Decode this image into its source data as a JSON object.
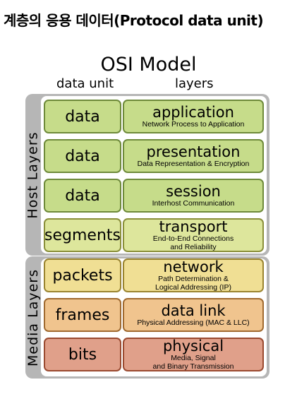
{
  "heading": "계층의 응용 데이터(Protocol data unit)",
  "title": "OSI Model",
  "column_headers": {
    "data_unit": "data unit",
    "layers": "layers"
  },
  "groups": {
    "host": "Host Layers",
    "media": "Media Layers"
  },
  "rows": [
    {
      "unit": "data",
      "layer": "application",
      "desc": "Network Process to Application",
      "color": "#c6dc8a",
      "border": "#6e8a3a"
    },
    {
      "unit": "data",
      "layer": "presentation",
      "desc": "Data Representation & Encryption",
      "color": "#c6dc8a",
      "border": "#6e8a3a"
    },
    {
      "unit": "data",
      "layer": "session",
      "desc": "Interhost Communication",
      "color": "#c6dc8a",
      "border": "#6e8a3a"
    },
    {
      "unit": "segments",
      "layer": "transport",
      "desc": "End-to-End Connections\nand Reliability",
      "color": "#dde69c",
      "border": "#8a8f3a"
    },
    {
      "unit": "packets",
      "layer": "network",
      "desc": "Path Determination &\nLogical Addressing (IP)",
      "color": "#f0df94",
      "border": "#9a8430"
    },
    {
      "unit": "frames",
      "layer": "data link",
      "desc": "Physical Addressing (MAC & LLC)",
      "color": "#f0c48e",
      "border": "#a06a30"
    },
    {
      "unit": "bits",
      "layer": "physical",
      "desc": "Media, Signal\nand Binary Transmission",
      "color": "#e0a08a",
      "border": "#9a4a30"
    }
  ]
}
